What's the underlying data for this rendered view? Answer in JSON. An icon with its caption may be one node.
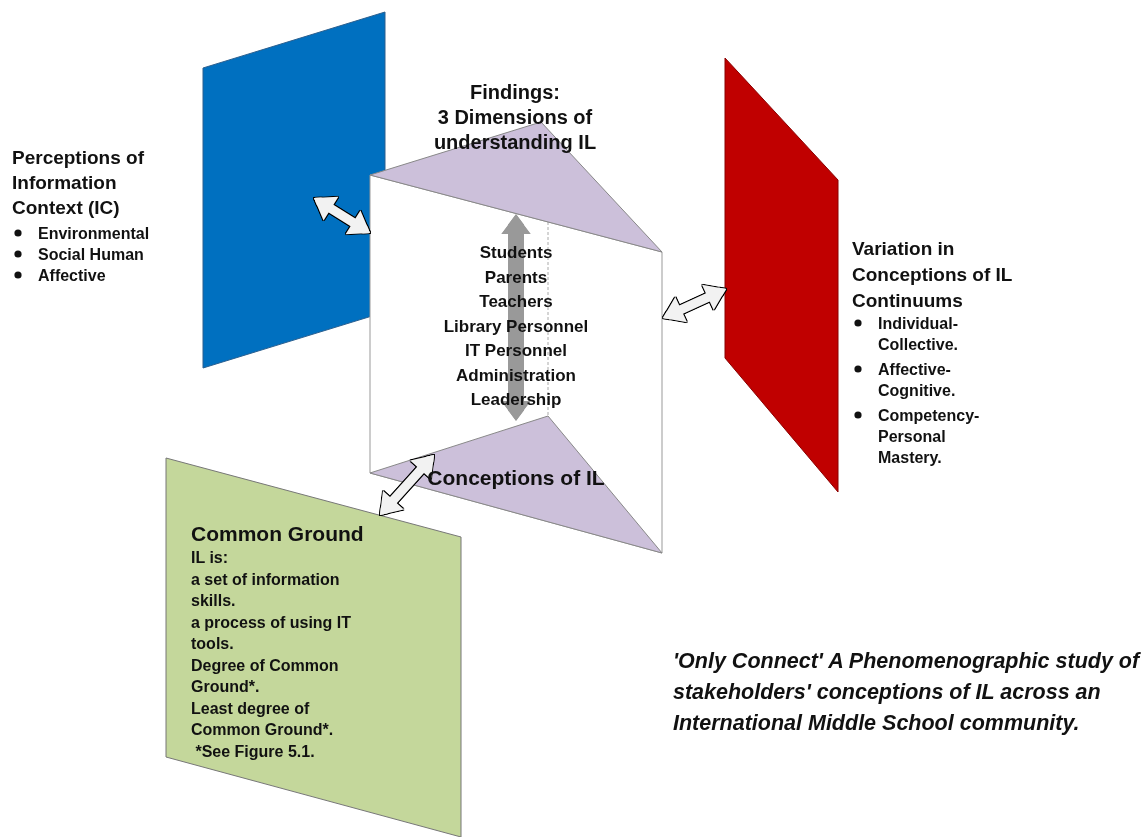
{
  "diagram": {
    "caption": "'Only Connect' A Phenomenographic study of stakeholders' conceptions of IL across an International Middle School community.",
    "nodes": [
      {
        "text": [
          "Perceptions of Information Context (IC)",
          "Environmental",
          "Social Human",
          "Affective"
        ]
      },
      {
        "text": [
          "Findings:",
          "3 Dimensions of understanding IL"
        ]
      },
      {
        "text": [
          "Students",
          "Parents",
          "Teachers",
          "Library Personnel",
          "IT Personnel",
          "Administration",
          "Leadership"
        ]
      },
      {
        "text": [
          "Conceptions of IL"
        ],
        "in": 2
      },
      {
        "text": [
          "Variation in Conceptions of IL Continuums",
          "Individual-Collective.",
          "Affective-Cognitive.",
          "Competency-Personal Mastery."
        ]
      },
      {
        "text": [
          "Common Ground",
          "IL is:",
          "a set of information skills.",
          "a process of using IT tools.",
          "Degree of Common Ground*.",
          "Least degree of Common Ground*.",
          " *See Figure 5.1."
        ]
      }
    ],
    "edges": [
      {
        "from": 0,
        "to": 2,
        "arrow": "both"
      },
      {
        "from": 2,
        "to": 4,
        "arrow": "both"
      },
      {
        "from": 5,
        "to": 3,
        "arrow": "both"
      },
      {
        "from": 1,
        "to": 3,
        "arrow": "both",
        "color": "#999999"
      }
    ]
  }
}
